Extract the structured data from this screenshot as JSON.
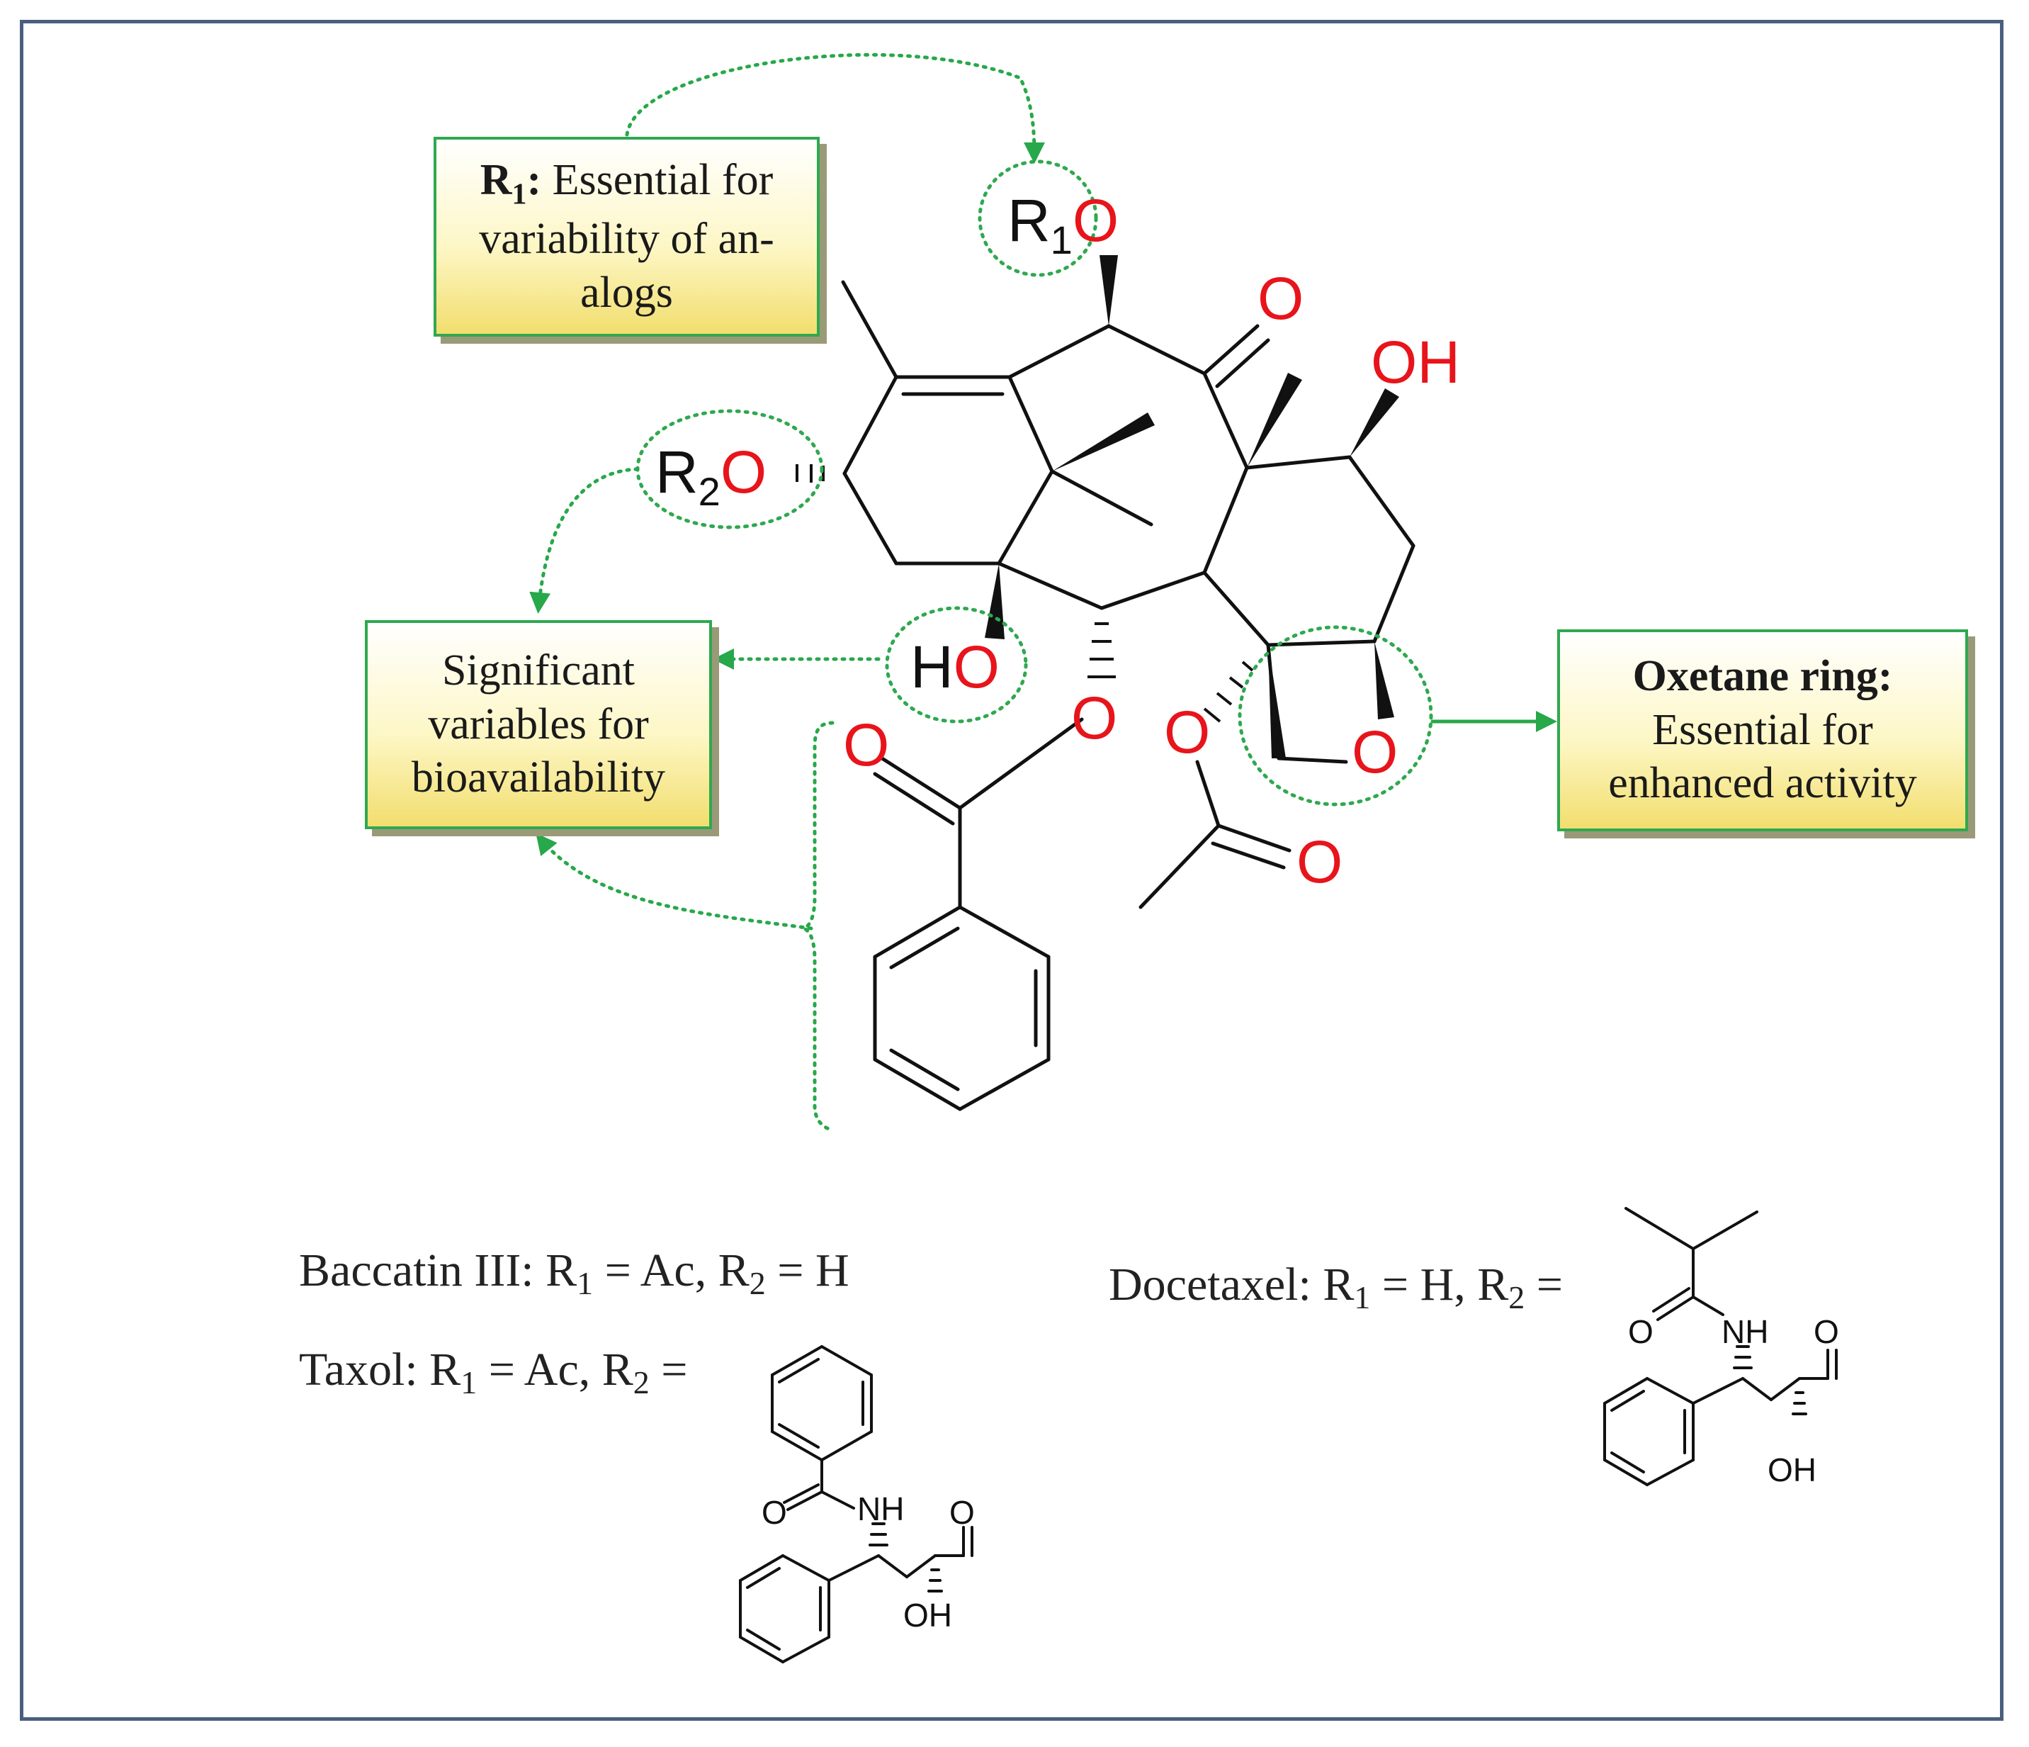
{
  "callouts": {
    "r1": {
      "label_bold": "R",
      "label_sub": "1",
      "label_colon": ":",
      "text_line1": "Essential for",
      "text_line2": "variability of an-",
      "text_line3": "alogs"
    },
    "bioavailability": {
      "line1": "Significant",
      "line2": "variables for",
      "line3": "bioavailability"
    },
    "oxetane": {
      "title": "Oxetane ring:",
      "line1": "Essential for",
      "line2": "enhanced activity"
    }
  },
  "atoms": {
    "r1o_r": "R",
    "r1o_sub": "1",
    "r1o_o": "O",
    "r2o_r": "R",
    "r2o_sub": "2",
    "r2o_o": "O",
    "ketone_o": "O",
    "oh_top": "OH",
    "ho_h": "H",
    "ho_o": "O",
    "benzoate_o_ester": "O",
    "benzoate_o_carbonyl": "O",
    "acetate_o_ester": "O",
    "acetate_o_carbonyl": "O",
    "oxetane_o": "O"
  },
  "captions": {
    "baccatin": {
      "name": "Baccatin III: R",
      "s1": "1",
      "mid": " = Ac, R",
      "s2": "2",
      "end": " = H"
    },
    "taxol": {
      "name": "Taxol: R",
      "s1": "1",
      "mid": " = Ac, R",
      "s2": "2",
      "end": " ="
    },
    "docetaxel": {
      "name": "Docetaxel: R",
      "s1": "1",
      "mid": " = H, R",
      "s2": "2",
      "end": " ="
    }
  },
  "side_chain_labels": {
    "taxol_o_amide": "O",
    "taxol_nh": "NH",
    "taxol_o_ald": "O",
    "taxol_oh": "OH",
    "docetaxel_o_amide": "O",
    "docetaxel_nh": "NH",
    "docetaxel_o_ald": "O",
    "docetaxel_oh": "OH"
  },
  "colors": {
    "heteroatom": "#e8141b",
    "callout_border": "#2fa84f",
    "arrow": "#27a84a",
    "frame": "#4a5f7f"
  }
}
